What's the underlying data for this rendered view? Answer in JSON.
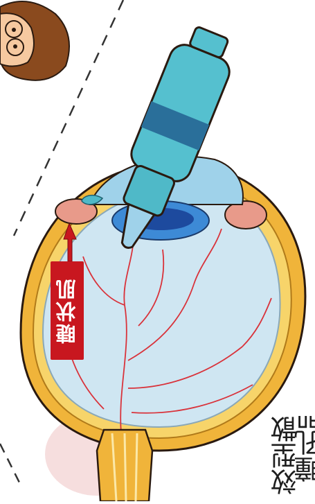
{
  "label": {
    "text": "睫状肌"
  },
  "side_text": {
    "line1": "瞳孔肌",
    "line2": "效型散"
  },
  "colors": {
    "label_bg": "#c8171f",
    "sclera": "#f0b43a",
    "vitreous": "#cfe6f2",
    "lens": "#2a6fc4",
    "bottle": "#4fb9c8",
    "vessel": "#d9323a"
  },
  "icons": [
    "eye-drop-bottle-icon",
    "eye-cross-section-illustration",
    "person-face-illustration"
  ]
}
